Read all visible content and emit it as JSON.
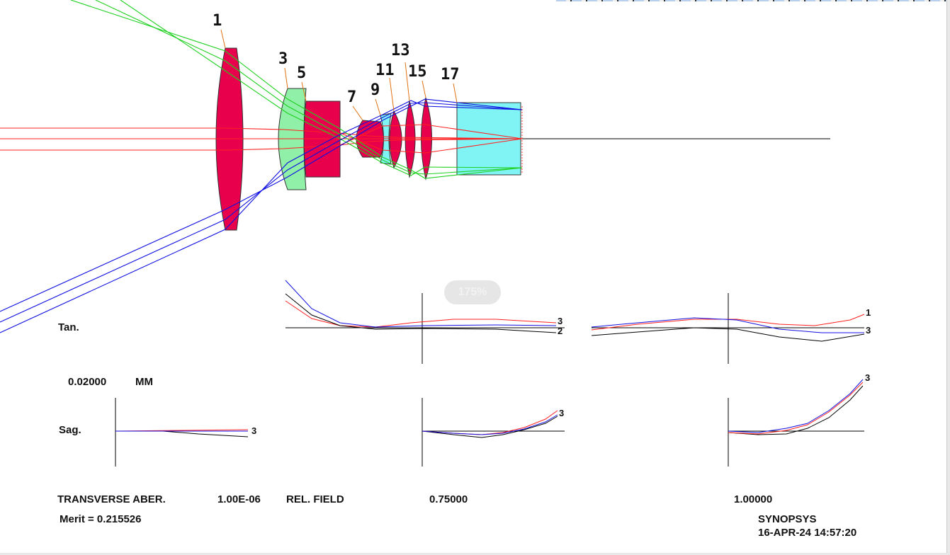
{
  "lens_labels": [
    "1",
    "3",
    "5",
    "7",
    "9",
    "11",
    "13",
    "15",
    "17"
  ],
  "colors": {
    "lens_red": "#e8004c",
    "lens_green": "#90f0a8",
    "lens_cyan": "#80f4f4",
    "ray_red": "#ff2020",
    "ray_green": "#20d020",
    "ray_blue": "#1010e0"
  },
  "aberration": {
    "tan_label": "Tan.",
    "sag_label": "Sag.",
    "scale_value": "0.02000",
    "scale_unit": "MM",
    "title": "TRANSVERSE ABER.",
    "wavelength_value": "1.00E-06",
    "rel_field_label": "REL. FIELD",
    "field_1": "0.75000",
    "field_2": "1.00000",
    "curve_labels": {
      "one": "1",
      "two": "2",
      "three": "3"
    }
  },
  "merit": "Merit = 0.215526",
  "program": "SYNOPSYS",
  "timestamp": "16-APR-24  14:57:20",
  "zoom_level": "175%"
}
